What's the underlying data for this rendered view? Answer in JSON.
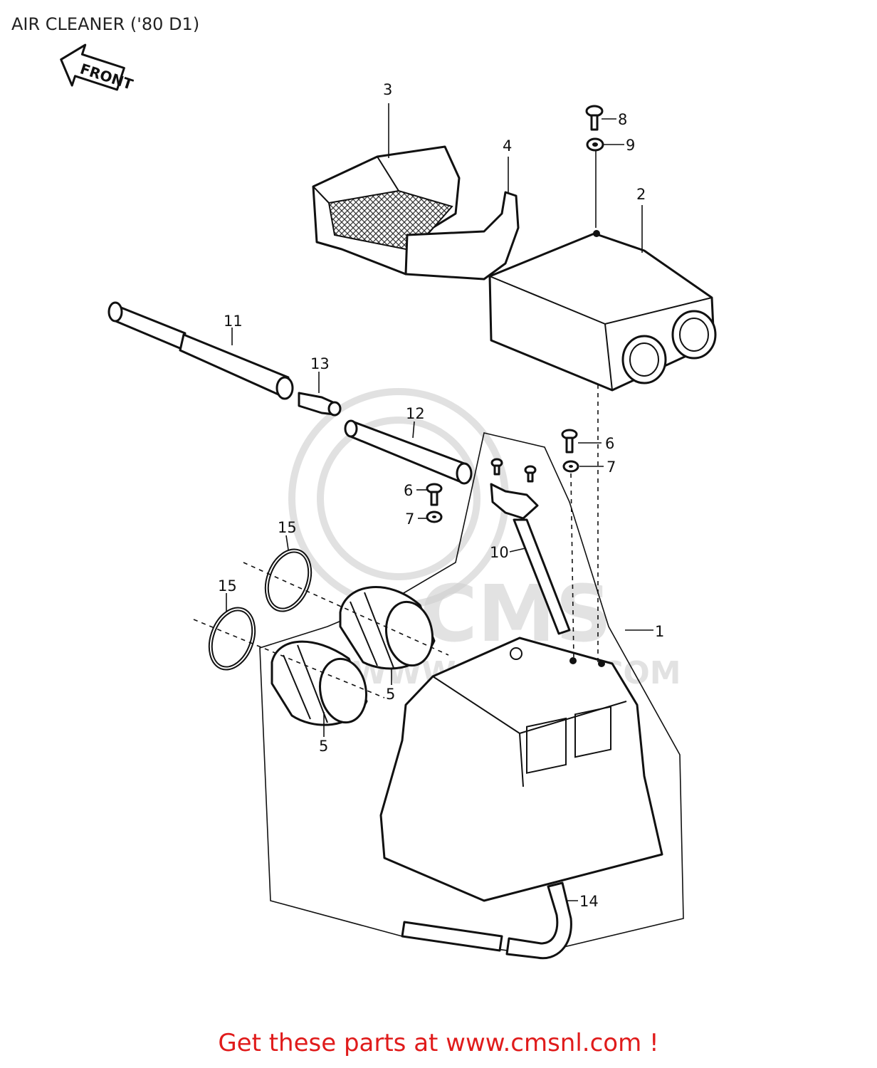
{
  "title": "AIR CLEANER ('80 D1)",
  "direction_arrow": {
    "label": "FRONT",
    "icon": "front-arrow-icon"
  },
  "watermark": {
    "brand": "CMS",
    "url": "WWW.CMSNL.COM"
  },
  "callouts": {
    "c1": "1",
    "c2": "2",
    "c3": "3",
    "c4": "4",
    "c5a": "5",
    "c5b": "5",
    "c6a": "6",
    "c6b": "6",
    "c7a": "7",
    "c7b": "7",
    "c8": "8",
    "c9": "9",
    "c10": "10",
    "c11": "11",
    "c12": "12",
    "c13": "13",
    "c14": "14",
    "c15a": "15",
    "c15b": "15"
  },
  "footer": {
    "text": "Get these parts at www.cmsnl.com !",
    "color": "#e01b1b"
  }
}
